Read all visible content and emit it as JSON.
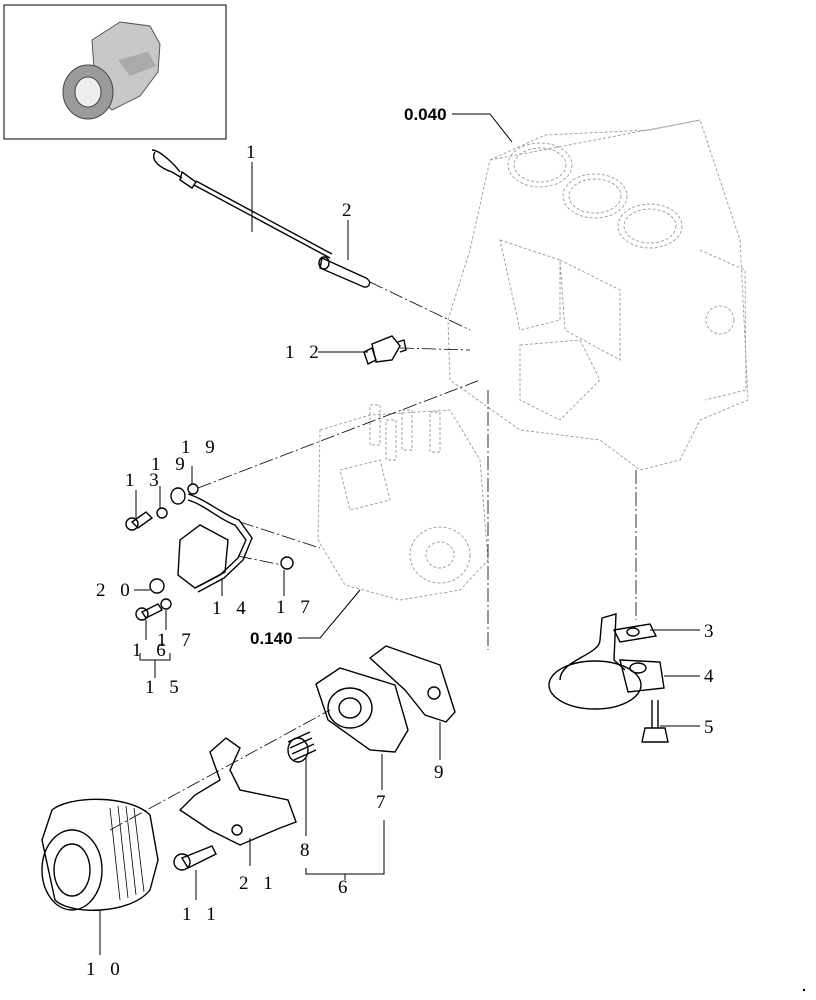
{
  "labels": {
    "l1": "1",
    "l2": "2",
    "l3": "3",
    "l4": "4",
    "l5": "5",
    "l6": "6",
    "l7": "7",
    "l8": "8",
    "l9": "9",
    "l10": "1 0",
    "l11": "1 1",
    "l12": "1 2",
    "l13": "1 3",
    "l14": "1 4",
    "l15": "1 5",
    "l16": "1 6",
    "l17a": "1 7",
    "l17b": "1 7",
    "l19a": "1 9",
    "l19b": "1 9",
    "l20": "2 0",
    "l21": "2 1"
  },
  "refs": {
    "engine_block": "0.040",
    "injection_pump": "0.140"
  },
  "icons": {
    "thumbnail": "engine-thumbnail-icon",
    "block": "engine-block-icon",
    "pump": "injection-pump-icon"
  }
}
